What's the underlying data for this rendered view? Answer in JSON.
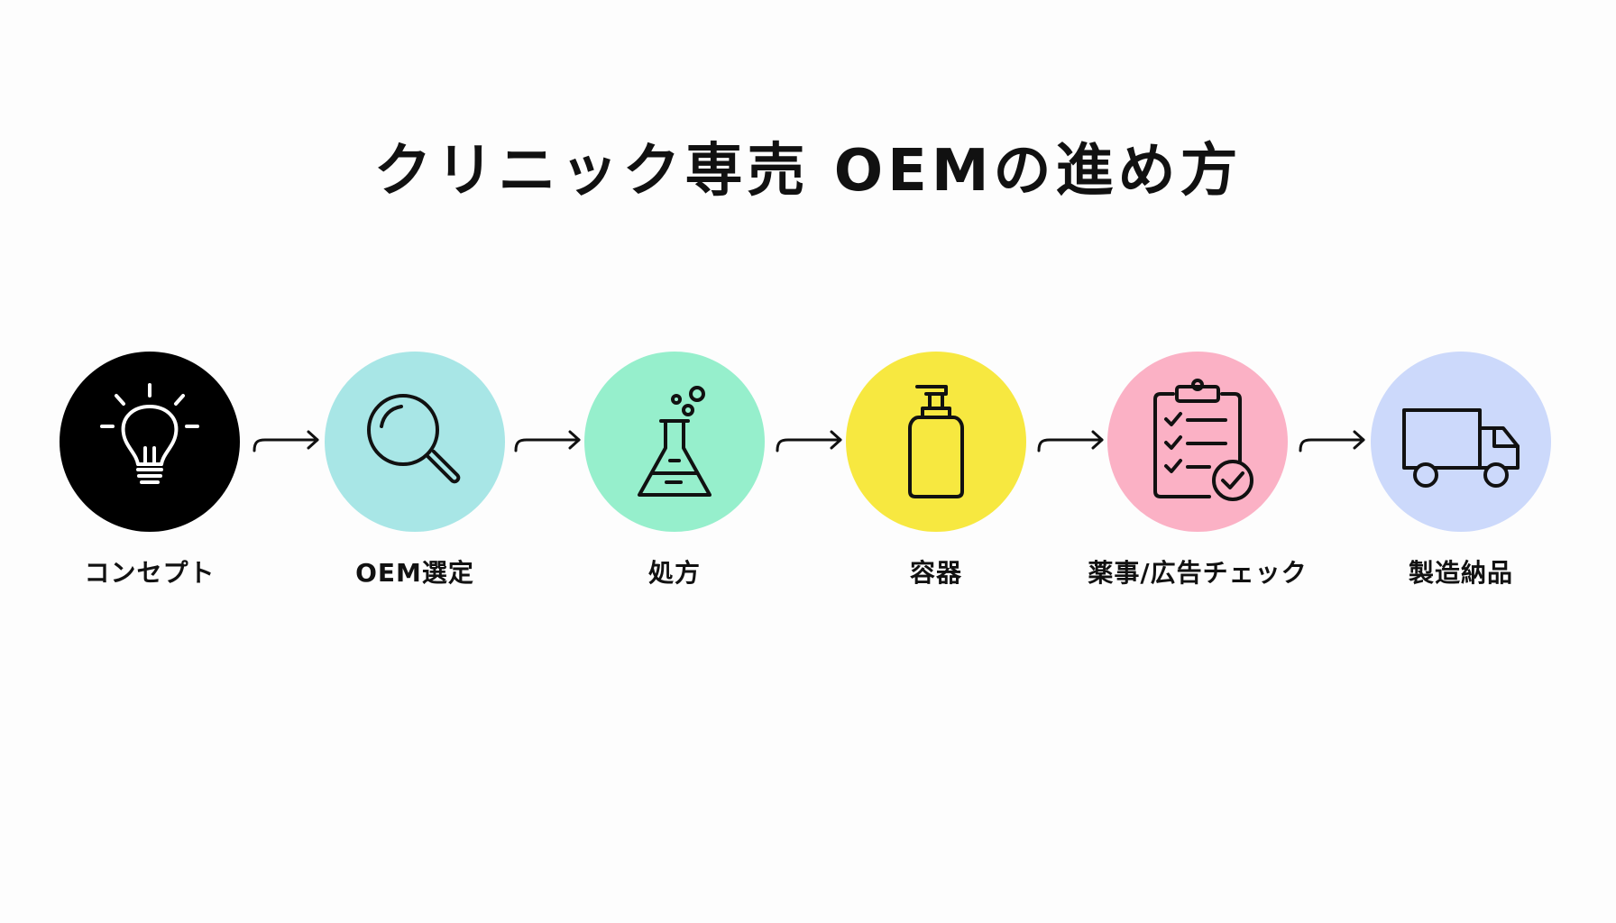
{
  "title": "クリニック専売 OEMの進め方",
  "steps": [
    {
      "label": "コンセプト",
      "icon": "lightbulb-icon",
      "color": "#000000"
    },
    {
      "label": "OEM選定",
      "icon": "magnifier-icon",
      "color": "#a8e6e6"
    },
    {
      "label": "処方",
      "icon": "flask-icon",
      "color": "#96efcc"
    },
    {
      "label": "容器",
      "icon": "pump-bottle-icon",
      "color": "#f7e840"
    },
    {
      "label": "薬事/広告チェック",
      "icon": "clipboard-check-icon",
      "color": "#fbb1c5"
    },
    {
      "label": "製造納品",
      "icon": "delivery-truck-icon",
      "color": "#ccd9fb"
    }
  ]
}
